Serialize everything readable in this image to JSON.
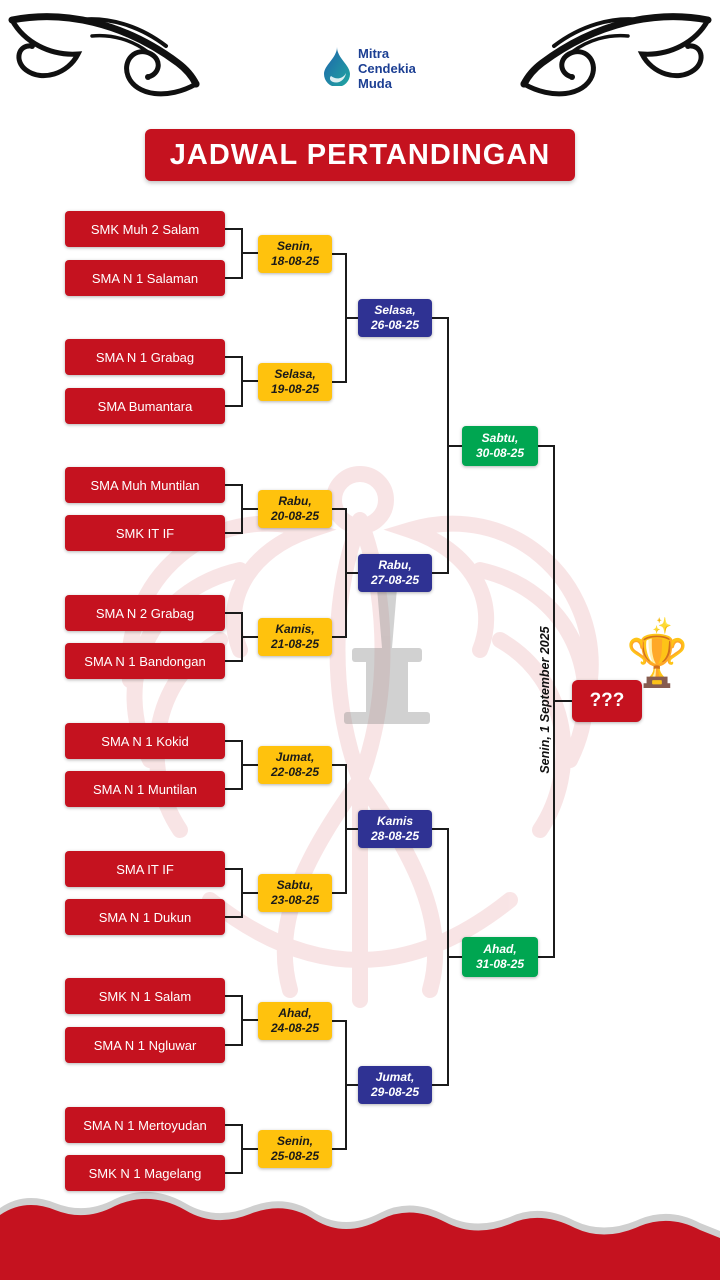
{
  "header": {
    "logo": {
      "line1": "Mitra",
      "line2": "Cendekia",
      "line3": "Muda"
    },
    "title": "JADWAL PERTANDINGAN"
  },
  "colors": {
    "red": "#C5121F",
    "yellow": "#FFC20D",
    "blue": "#2F3293",
    "green": "#00A651"
  },
  "round1": [
    {
      "team_a": "SMK Muh 2 Salam",
      "team_b": "SMA N 1 Salaman",
      "day": "Senin,",
      "date": "18-08-25"
    },
    {
      "team_a": "SMA N 1 Grabag",
      "team_b": "SMA Bumantara",
      "day": "Selasa,",
      "date": "19-08-25"
    },
    {
      "team_a": "SMA Muh Muntilan",
      "team_b": "SMK IT IF",
      "day": "Rabu,",
      "date": "20-08-25"
    },
    {
      "team_a": "SMA N 2 Grabag",
      "team_b": "SMA N 1 Bandongan",
      "day": "Kamis,",
      "date": "21-08-25"
    },
    {
      "team_a": "SMA N 1 Kokid",
      "team_b": "SMA N 1 Muntilan",
      "day": "Jumat,",
      "date": "22-08-25"
    },
    {
      "team_a": "SMA IT IF",
      "team_b": "SMA N 1 Dukun",
      "day": "Sabtu,",
      "date": "23-08-25"
    },
    {
      "team_a": "SMK N 1 Salam",
      "team_b": "SMA N 1 Ngluwar",
      "day": "Ahad,",
      "date": "24-08-25"
    },
    {
      "team_a": "SMA N 1 Mertoyudan",
      "team_b": "SMK N 1 Magelang",
      "day": "Senin,",
      "date": "25-08-25"
    }
  ],
  "round2": [
    {
      "day": "Selasa,",
      "date": "26-08-25"
    },
    {
      "day": "Rabu,",
      "date": "27-08-25"
    },
    {
      "day": "Kamis",
      "date": "28-08-25"
    },
    {
      "day": "Jumat,",
      "date": "29-08-25"
    }
  ],
  "semifinal": [
    {
      "day": "Sabtu,",
      "date": "30-08-25"
    },
    {
      "day": "Ahad,",
      "date": "31-08-25"
    }
  ],
  "final": {
    "schedule": "Senin, 1 September 2025",
    "champion_placeholder": "???",
    "trophy_icon": "🏆",
    "sparkle_icon": "✨"
  }
}
